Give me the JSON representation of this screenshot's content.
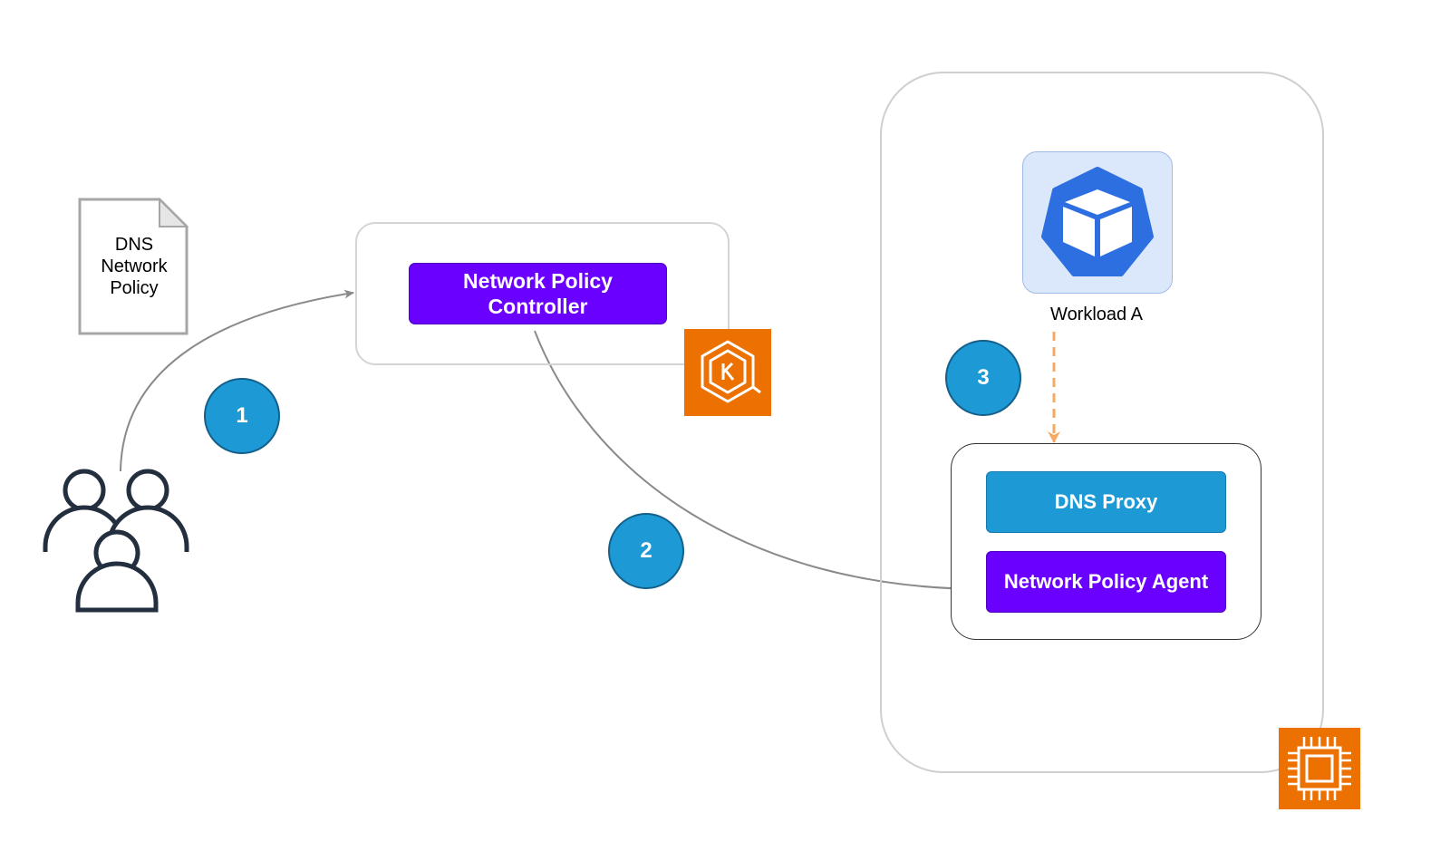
{
  "document": {
    "lines": [
      "DNS",
      "Network",
      "Policy"
    ]
  },
  "controller": {
    "label_line1": "Network Policy",
    "label_line2": "Controller"
  },
  "workload": {
    "label": "Workload A"
  },
  "dns_proxy": {
    "label": "DNS Proxy"
  },
  "agent": {
    "label": "Network Policy Agent"
  },
  "steps": [
    "1",
    "2",
    "3"
  ],
  "icons": {
    "document": "document-icon",
    "users": "users-icon",
    "eks": "eks-kubernetes-icon",
    "pod": "kubernetes-pod-icon",
    "ec2": "ec2-instance-chip-icon"
  },
  "colors": {
    "purple": "#6a00ff",
    "blue": "#1d9ad6",
    "aws_orange": "#ed7100",
    "k8s_blue": "#2d6fe0",
    "dashed_arrow": "#f5a961",
    "connector": "#8a8a8a"
  }
}
